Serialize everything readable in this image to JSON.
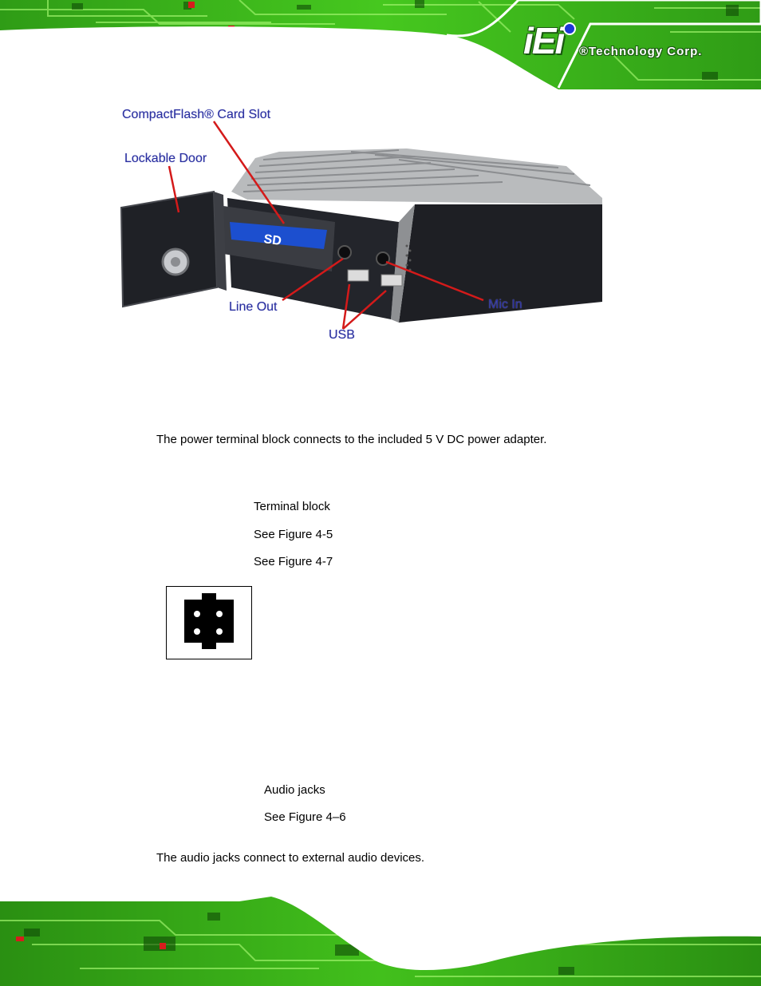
{
  "header": {
    "brand_logo": "iEi",
    "brand_corp": "®Technology Corp."
  },
  "figure": {
    "callouts": {
      "cf_slot": "CompactFlash® Card Slot",
      "lockable_door": "Lockable Door",
      "line_out": "Line Out",
      "usb": "USB",
      "mic_in": "Mic In"
    },
    "device_label": "SD"
  },
  "power": {
    "description": "The power terminal block connects to the included 5 V DC power adapter.",
    "specs": [
      "Terminal block",
      "See Figure 4-5",
      "See Figure 4-7"
    ]
  },
  "audio": {
    "specs": [
      "Audio jacks",
      "See Figure 4–6"
    ],
    "description": "The audio jacks connect to external audio devices."
  },
  "colors": {
    "callout_text": "#2a2f9e",
    "callout_line": "#d41a1a",
    "pcb_green": "#3fbf1a",
    "pcb_dark": "#1d6e0c"
  }
}
